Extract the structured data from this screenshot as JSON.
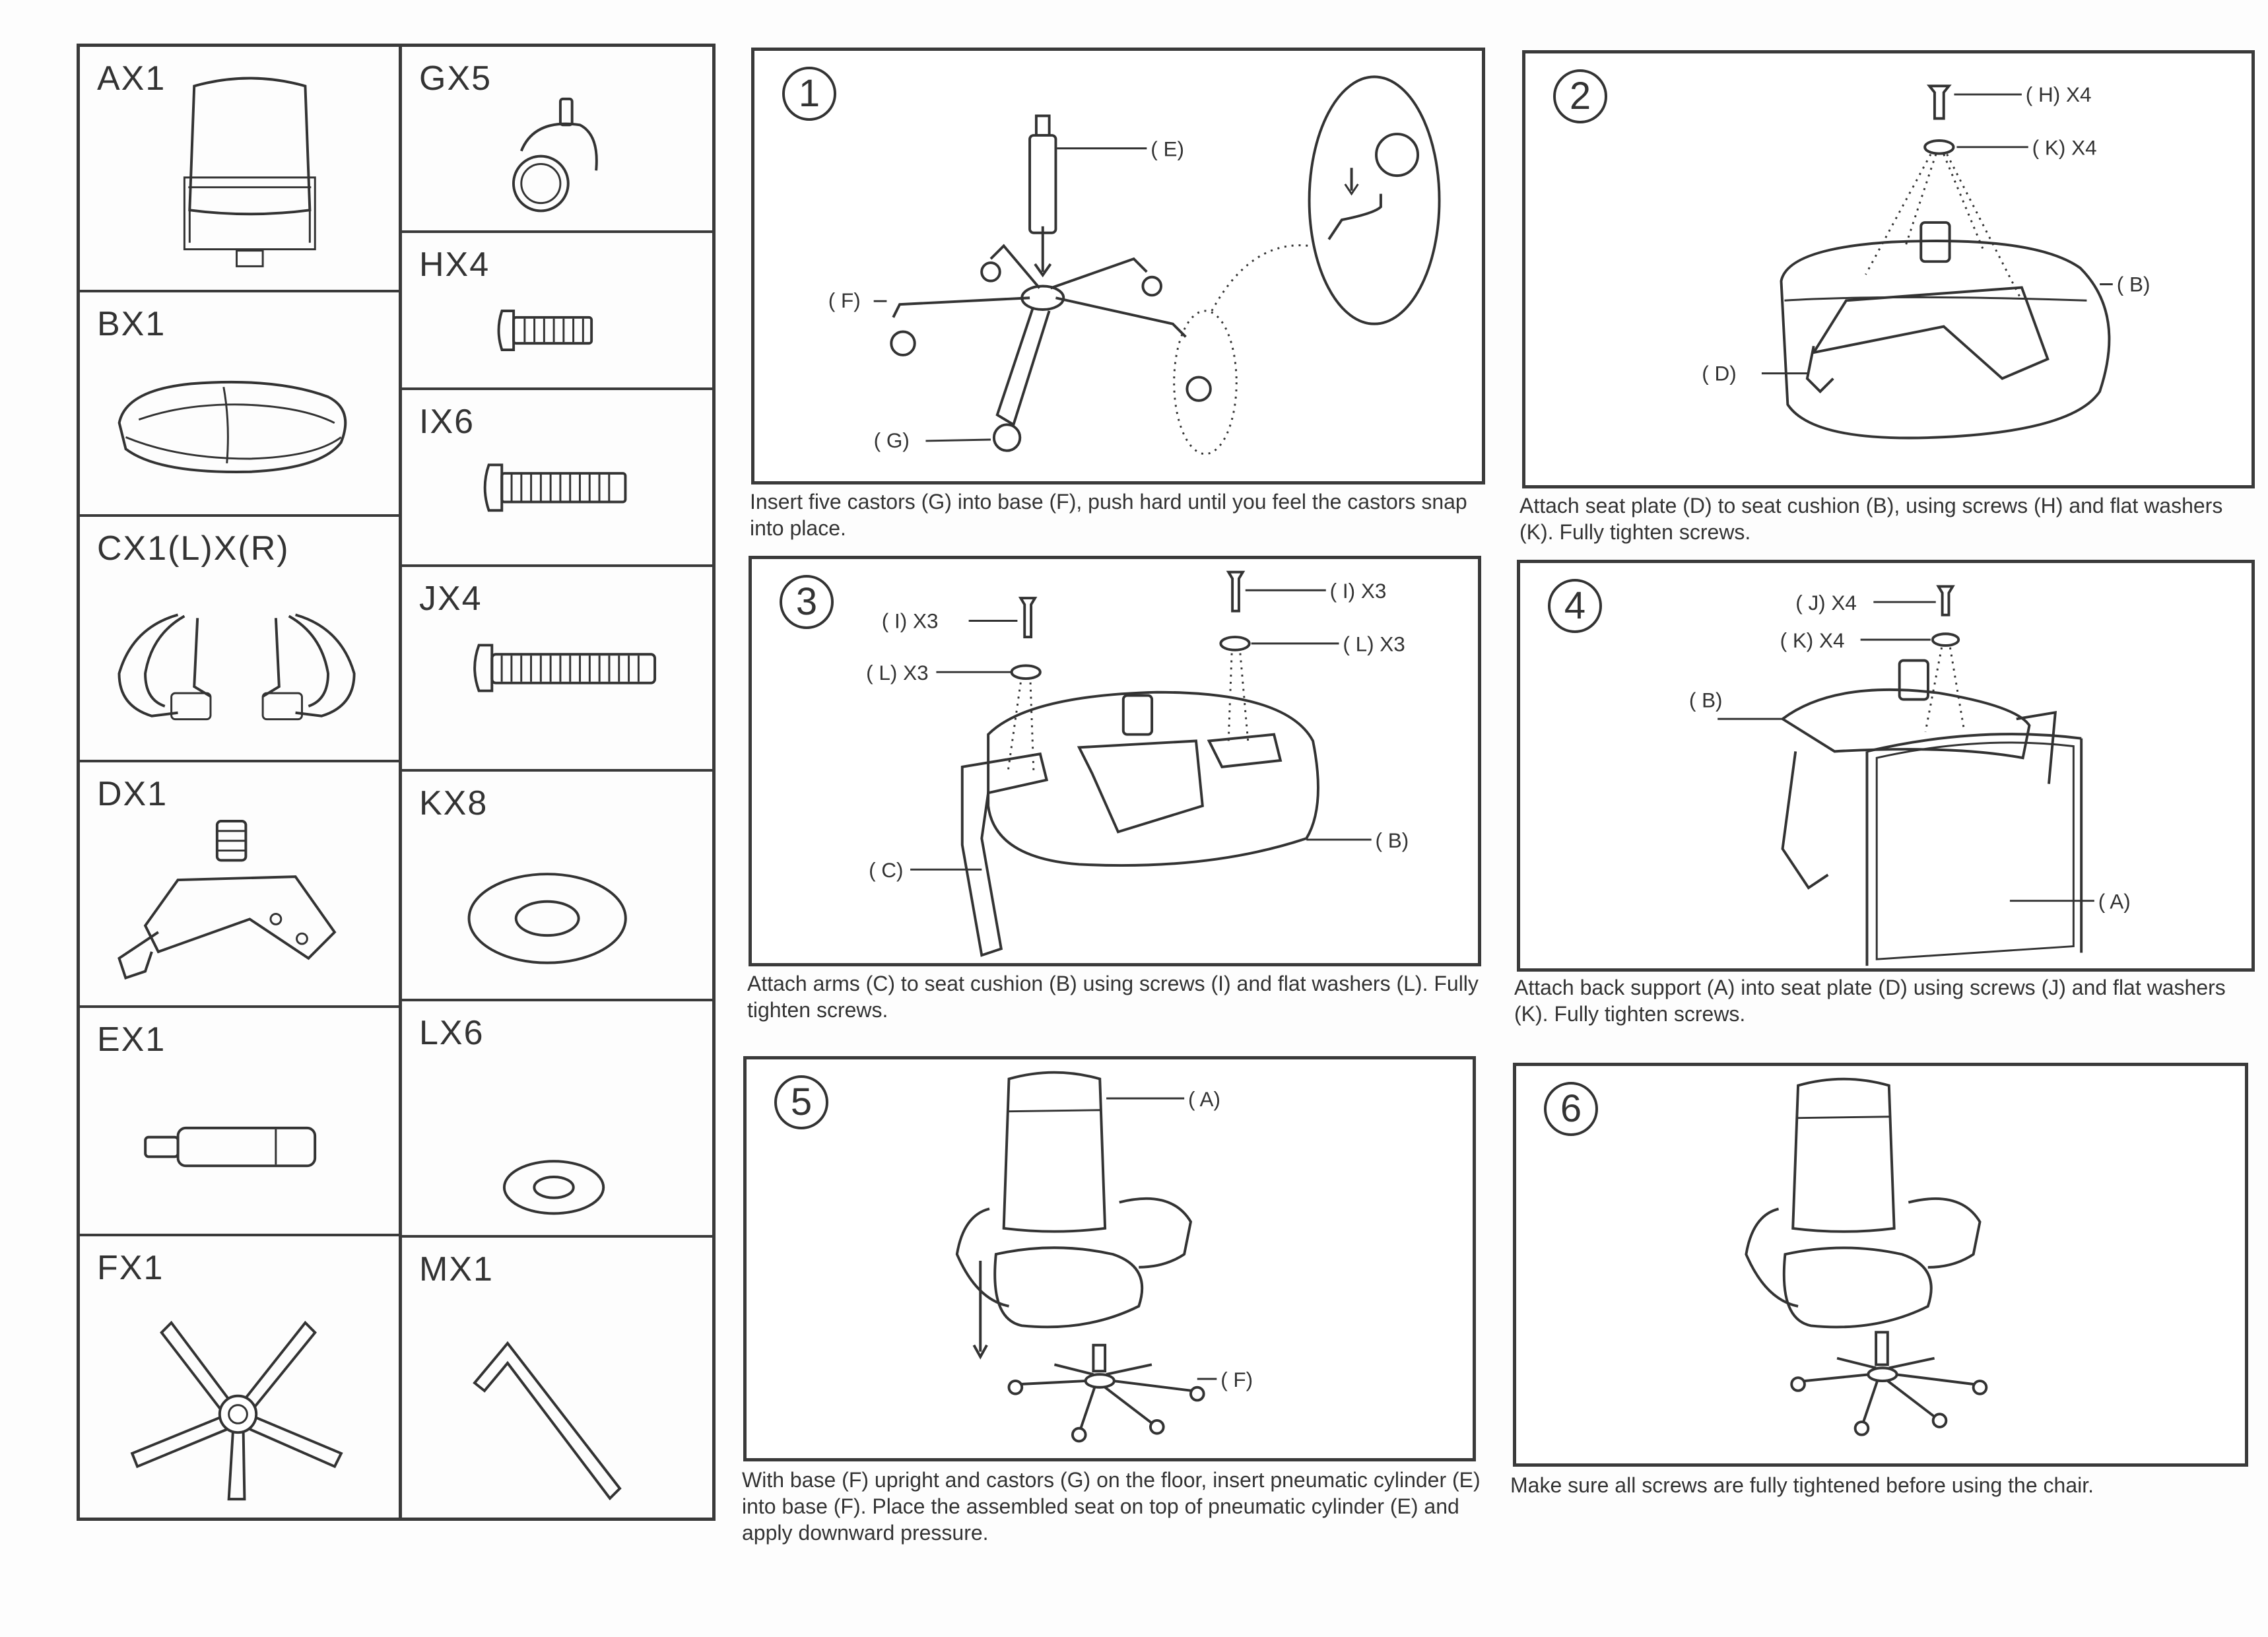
{
  "parts": {
    "left": [
      {
        "code": "AX1",
        "icon": "back-support-icon"
      },
      {
        "code": "BX1",
        "icon": "seat-cushion-icon"
      },
      {
        "code": "CX1(L)X(R)",
        "icon": "armrests-icon"
      },
      {
        "code": "DX1",
        "icon": "seat-plate-icon"
      },
      {
        "code": "EX1",
        "icon": "gas-cylinder-icon"
      },
      {
        "code": "FX1",
        "icon": "five-star-base-icon"
      }
    ],
    "right": [
      {
        "code": "GX5",
        "icon": "castor-icon"
      },
      {
        "code": "HX4",
        "icon": "short-screw-icon"
      },
      {
        "code": "IX6",
        "icon": "medium-screw-icon"
      },
      {
        "code": "JX4",
        "icon": "long-screw-icon"
      },
      {
        "code": "KX8",
        "icon": "large-washer-icon"
      },
      {
        "code": "LX6",
        "icon": "small-washer-icon"
      },
      {
        "code": "MX1",
        "icon": "allen-key-icon"
      }
    ]
  },
  "steps": [
    {
      "number": "1",
      "callouts": {
        "e": "( E)",
        "f": "( F)",
        "g": "( G)"
      },
      "caption": "Insert five castors (G) into base (F), push hard until you feel the castors snap into place."
    },
    {
      "number": "2",
      "callouts": {
        "h": "( H) X4",
        "k": "( K) X4",
        "b": "( B)",
        "d": "( D)"
      },
      "caption": "Attach seat plate (D) to seat cushion (B), using screws (H) and flat washers (K). Fully tighten screws."
    },
    {
      "number": "3",
      "callouts": {
        "i_left": "( I) X3",
        "l_left": "( L) X3",
        "i_right": "( I) X3",
        "l_right": "( L) X3",
        "c": "( C)",
        "b": "( B)"
      },
      "caption": "Attach arms (C) to seat cushion (B) using screws (I) and flat washers (L). Fully tighten screws."
    },
    {
      "number": "4",
      "callouts": {
        "j": "( J) X4",
        "k": "( K) X4",
        "b": "( B)",
        "a": "( A)"
      },
      "caption": "Attach back support (A) into seat plate (D) using screws (J) and flat washers (K). Fully tighten screws."
    },
    {
      "number": "5",
      "callouts": {
        "a": "( A)",
        "f": "( F)"
      },
      "caption": "With base (F) upright and castors (G) on the floor, insert pneumatic cylinder (E) into base (F). Place the assembled seat on top of pneumatic cylinder (E) and apply downward pressure."
    },
    {
      "number": "6",
      "callouts": {},
      "caption": "Make sure all screws are fully tightened before using the chair."
    }
  ]
}
